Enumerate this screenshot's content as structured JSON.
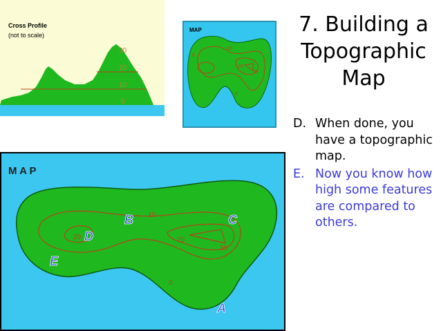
{
  "title": "7. Building a Topographic Map",
  "bullets": [
    {
      "marker": "D.",
      "text": "When done, you have a topographic map."
    },
    {
      "marker": "E.",
      "text": "Now you know how high some features are compared to others."
    }
  ],
  "cross_profile": {
    "heading": "Cross Profile",
    "note": "(not to scale)",
    "levels": [
      "30",
      "20",
      "10",
      "0"
    ]
  },
  "small_map": {
    "heading": "MAP",
    "contour_labels": [
      "0",
      "10",
      "20",
      "30",
      "0"
    ]
  },
  "big_map": {
    "heading": "M A P",
    "points": [
      "B",
      "C",
      "D",
      "E",
      "A"
    ],
    "contour_labels": [
      "10",
      "20",
      "20",
      "30",
      "0"
    ]
  },
  "colors": {
    "land": "#1fb81f",
    "water": "#3cc7f1",
    "contour": "#b5451b",
    "profile_bg": "#fbfbd6",
    "point_label": "#2b50d6",
    "bullet_e": "#3b3bd8"
  }
}
